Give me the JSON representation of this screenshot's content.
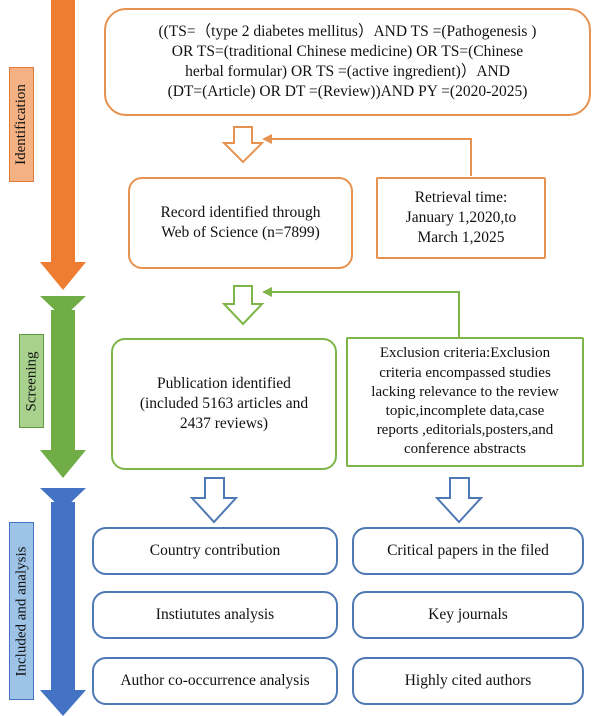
{
  "stages": [
    {
      "label": "Identification",
      "color": "#ee7d31",
      "label_bg": "#f4b183",
      "label_border": "#e07a36"
    },
    {
      "label": "Screening",
      "color": "#70ad47",
      "label_bg": "#a9d18e",
      "label_border": "#5f9a3a"
    },
    {
      "label": "Included and analysis",
      "color": "#4472c4",
      "label_bg": "#9dc3e6",
      "label_border": "#4472c4"
    }
  ],
  "boxes": {
    "query": "((TS=（type 2 diabetes mellitus）AND TS =(Pathogenesis )\nOR TS=(traditional Chinese medicine) OR TS=(Chinese\nherbal formular) OR TS =(active ingredient)）AND\n(DT=(Article) OR DT =(Review))AND PY =(2020-2025)",
    "record": "Record identified through\nWeb of Science (n=7899)",
    "retrieval": "Retrieval time:\nJanuary 1,2020,to\nMarch 1,2025",
    "publication": "Publication identified\n(included 5163 articles and\n2437 reviews)",
    "exclusion": "Exclusion criteria:Exclusion\ncriteria encompassed studies\nlacking relevance to the review\ntopic,incomplete data,case\nreports ,editorials,posters,and\nconference abstracts",
    "country": "Country contribution",
    "institutes": "Instiututes analysis",
    "author_cooccurrence": "Author co-occurrence analysis",
    "critical_papers": "Critical papers in the filed",
    "key_journals": "Key journals",
    "highly_cited": "Highly cited authors"
  },
  "colors": {
    "orange_border": "#e8924f",
    "green_border": "#7db548",
    "blue_border": "#4e79b5"
  }
}
